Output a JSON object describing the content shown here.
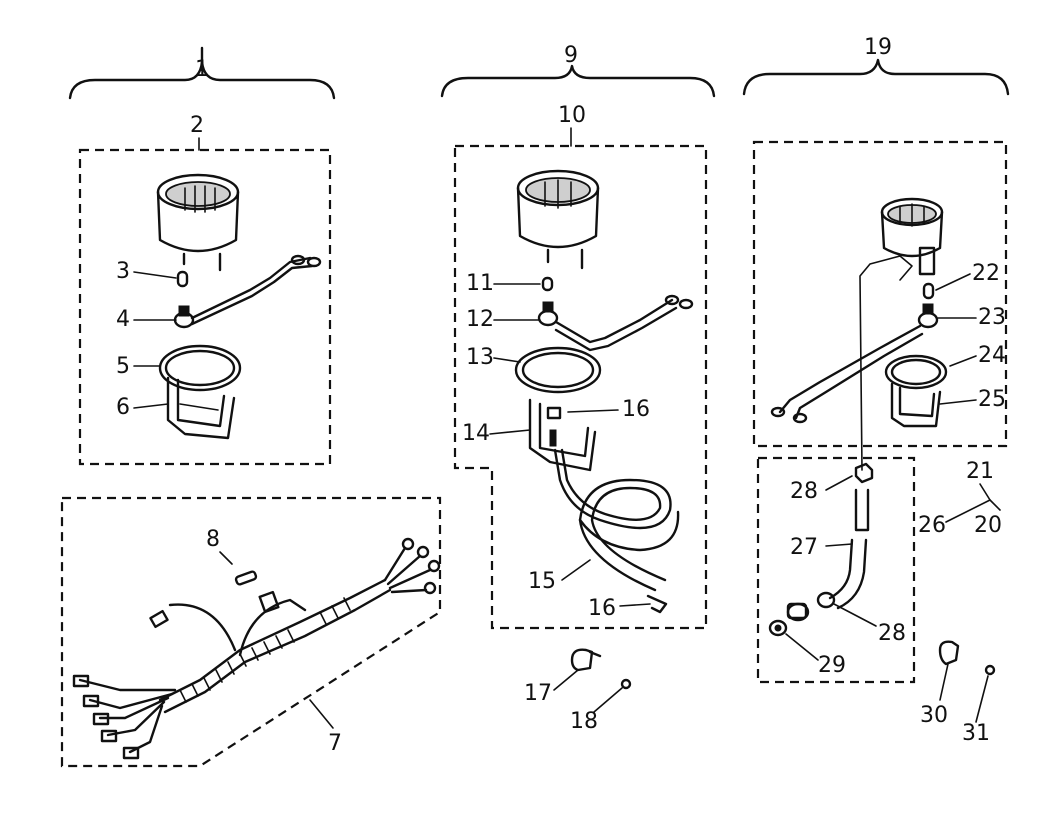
{
  "callouts": {
    "c1": "1",
    "c2": "2",
    "c3": "3",
    "c4": "4",
    "c5": "5",
    "c6": "6",
    "c7": "7",
    "c8": "8",
    "c9": "9",
    "c10": "10",
    "c11": "11",
    "c12": "12",
    "c13": "13",
    "c14": "14",
    "c15": "15",
    "c16a": "16",
    "c16b": "16",
    "c17": "17",
    "c18": "18",
    "c19": "19",
    "c20": "20",
    "c21": "21",
    "c22": "22",
    "c23": "23",
    "c24": "24",
    "c25": "25",
    "c26": "26",
    "c27": "27",
    "c28a": "28",
    "c28b": "28",
    "c29": "29",
    "c30": "30",
    "c31": "31"
  }
}
